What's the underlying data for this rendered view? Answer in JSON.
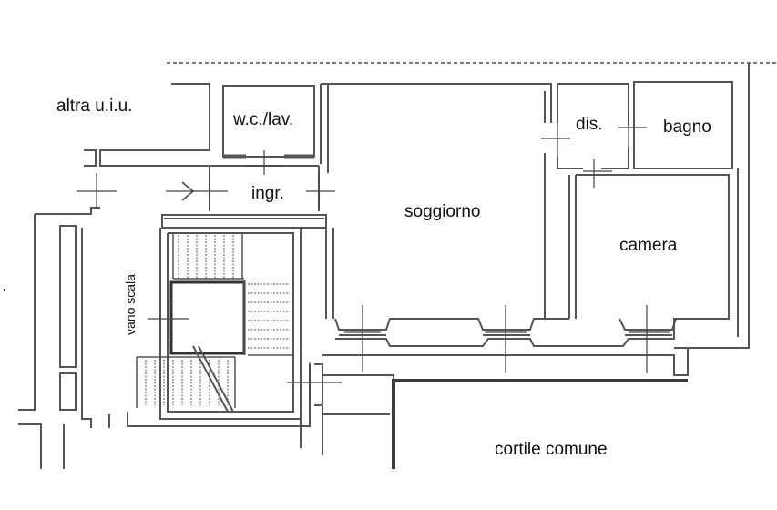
{
  "plan": {
    "rooms": {
      "altra_uiu": "altra u.i.u.",
      "wc_lav": "w.c./lav.",
      "dis": "dis.",
      "bagno": "bagno",
      "ingr": "ingr.",
      "soggiorno": "soggiorno",
      "camera": "camera",
      "vano_scala": "vano scala",
      "cortile_comune": "cortile comune"
    },
    "colors": {
      "wall": "#555555",
      "thick_wall": "#3a3a3a",
      "line": "#444444",
      "background": "#ffffff"
    }
  }
}
